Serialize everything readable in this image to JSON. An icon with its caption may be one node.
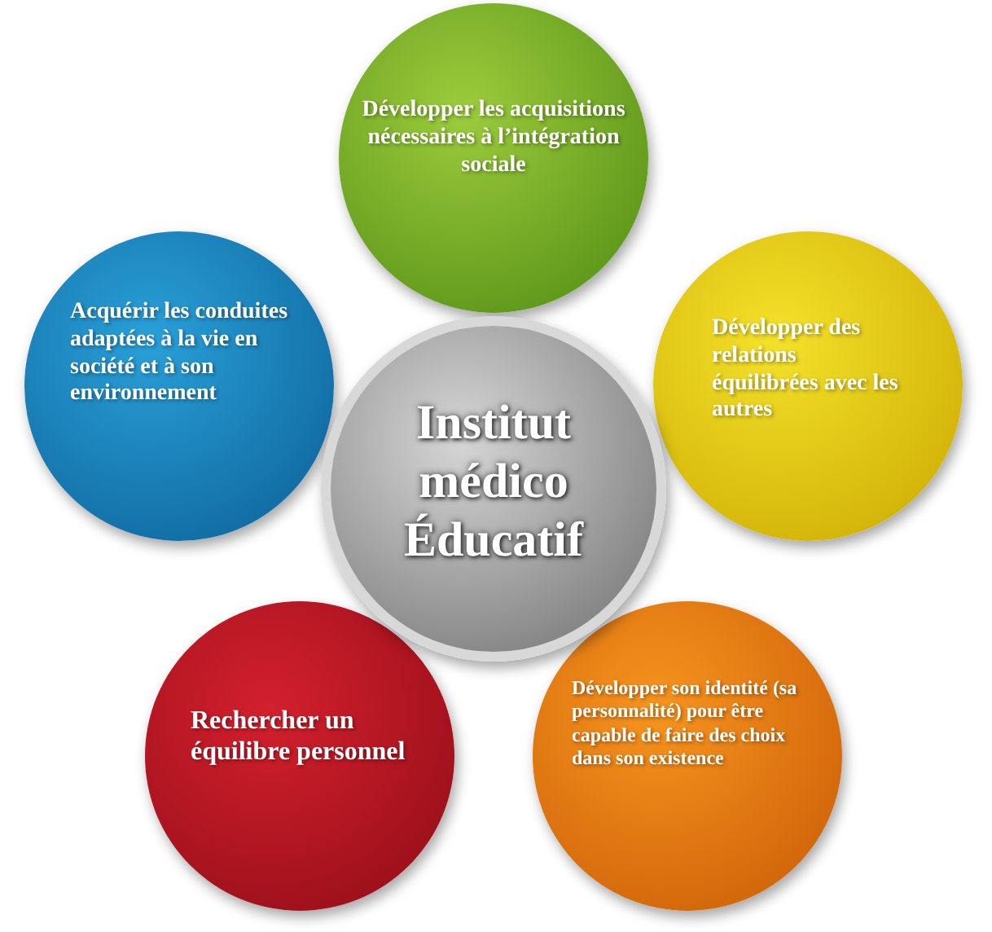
{
  "diagram": {
    "nodes": [
      {
        "text": [
          "Institut médico Éducatif"
        ]
      },
      {
        "text": [
          "Développer les acquisitions nécessaires à l’intégration sociale"
        ]
      },
      {
        "text": [
          "Développer des relations équilibrées avec les autres"
        ]
      },
      {
        "text": [
          "Développer son identité (sa personnalité) pour être capable de faire des choix dans son existence"
        ]
      },
      {
        "text": [
          "Rechercher un équilibre personnel"
        ]
      },
      {
        "text": [
          "Acquérir les conduites adaptées à la vie en société et à son environnement"
        ]
      }
    ]
  }
}
